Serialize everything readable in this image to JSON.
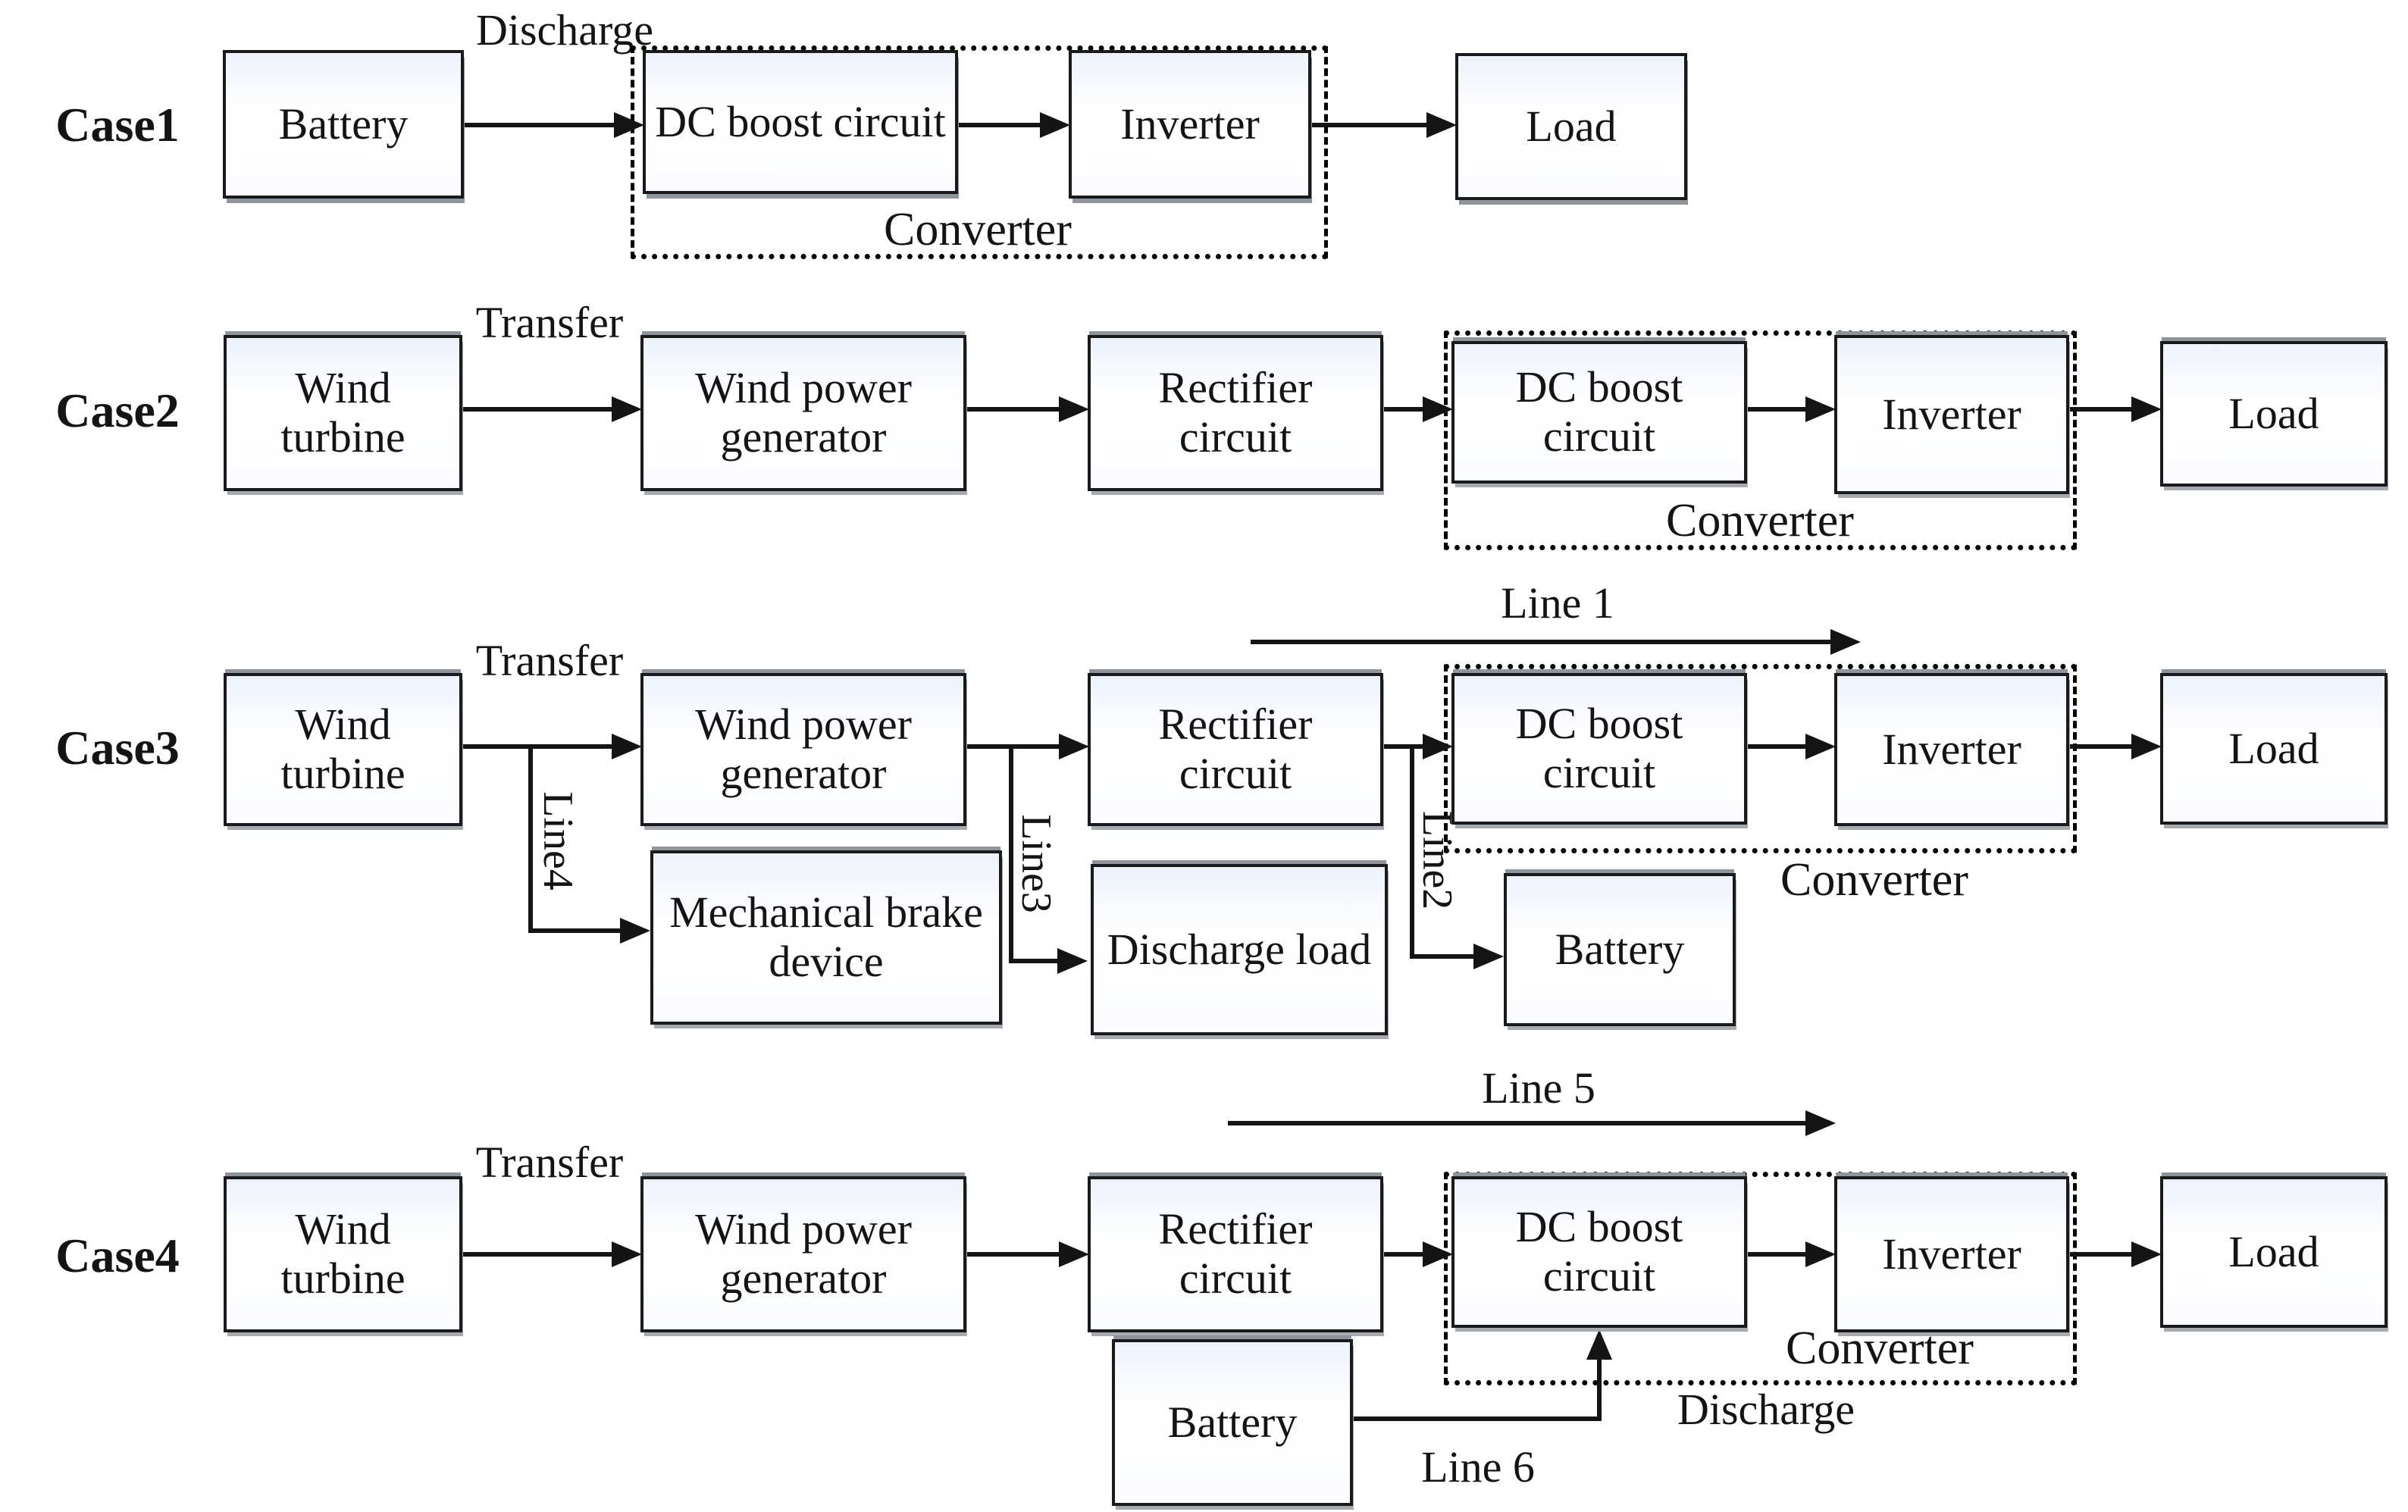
{
  "colors": {
    "ink": "#141414",
    "box_border": "#1a1a1a",
    "shadow_gray": "#8f959e",
    "fill_tint": "#edf2fb"
  },
  "cases": [
    {
      "name": "Case1",
      "blocks": {
        "battery": "Battery",
        "dc_boost": "DC boost circuit",
        "inverter": "Inverter",
        "load": "Load"
      },
      "annotations": {
        "discharge": "Discharge",
        "converter": "Converter"
      }
    },
    {
      "name": "Case2",
      "blocks": {
        "wind_turbine": "Wind turbine",
        "generator": "Wind power generator",
        "rectifier": "Rectifier circuit",
        "dc_boost": "DC boost circuit",
        "inverter": "Inverter",
        "load": "Load"
      },
      "annotations": {
        "transfer": "Transfer",
        "converter": "Converter"
      }
    },
    {
      "name": "Case3",
      "blocks": {
        "wind_turbine": "Wind turbine",
        "generator": "Wind power generator",
        "rectifier": "Rectifier circuit",
        "dc_boost": "DC boost circuit",
        "inverter": "Inverter",
        "load": "Load",
        "mechanical_brake": "Mechanical brake device",
        "discharge_load": "Discharge load",
        "battery": "Battery"
      },
      "annotations": {
        "transfer": "Transfer",
        "converter": "Converter",
        "line1": "Line 1",
        "line2": "Line2",
        "line3": "Line3",
        "line4": "Line4"
      }
    },
    {
      "name": "Case4",
      "blocks": {
        "wind_turbine": "Wind turbine",
        "generator": "Wind power generator",
        "rectifier": "Rectifier circuit",
        "dc_boost": "DC boost circuit",
        "inverter": "Inverter",
        "load": "Load",
        "battery": "Battery"
      },
      "annotations": {
        "transfer": "Transfer",
        "converter": "Converter",
        "line5": "Line 5",
        "line6": "Line 6",
        "discharge": "Discharge"
      }
    }
  ]
}
